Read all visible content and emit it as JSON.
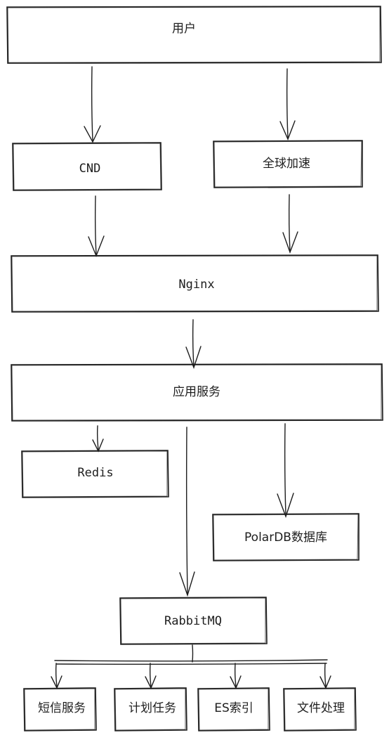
{
  "nodes": {
    "user": "用户",
    "cdn": "CND",
    "global_accel": "全球加速",
    "nginx": "Nginx",
    "app_service": "应用服务",
    "redis": "Redis",
    "polardb": "PolarDB数据库",
    "rabbitmq": "RabbitMQ",
    "sms_service": "短信服务",
    "scheduled_task": "计划任务",
    "es_index": "ES索引",
    "file_processing": "文件处理"
  },
  "style": {
    "stroke_color": "#1e1e1e",
    "background": "#ffffff"
  }
}
